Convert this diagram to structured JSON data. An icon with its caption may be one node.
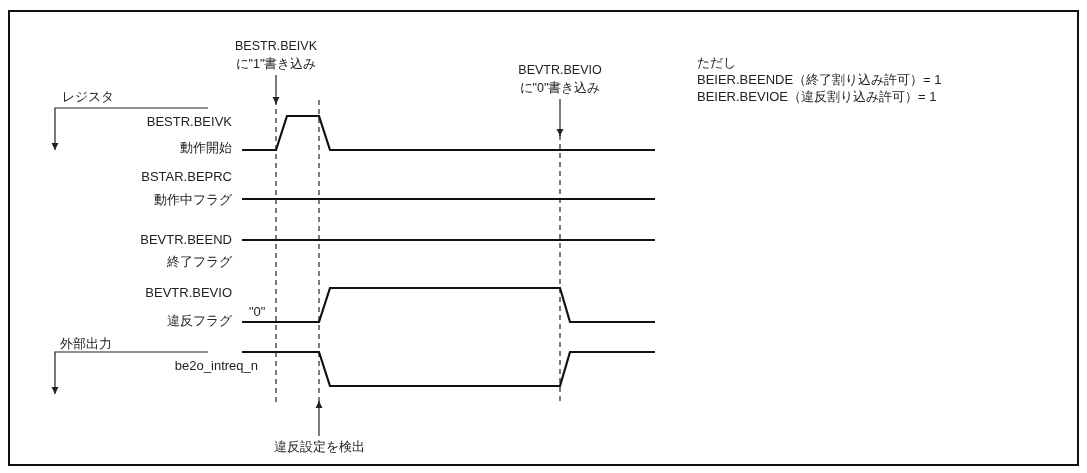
{
  "diagram": {
    "nodes": [
      {
        "text": [
          "BESTR.BEIVK に\"1\"書き込み"
        ]
      },
      {
        "text": [
          "BEVTR.BEVIO に\"0\"書き込み"
        ]
      },
      {
        "text": [
          "違反設定を検出"
        ]
      }
    ],
    "edges": [
      {
        "from": 0,
        "to": null,
        "arrow": "to"
      },
      {
        "from": 1,
        "to": null,
        "arrow": "to"
      },
      {
        "from": 2,
        "to": null,
        "arrow": "to"
      }
    ],
    "labels": [
      "レジスタ",
      "BESTR.BEIVK",
      "動作開始",
      "BSTAR.BEPRC",
      "動作中フラグ",
      "BEVTR.BEEND",
      "終了フラグ",
      "BEVTR.BEVIO",
      "\"0\"",
      "違反フラグ",
      "外部出力",
      "be2o_intreq_n",
      "ただし",
      "BEIER.BEENDE（終了割り込み許可）= 1",
      "BEIER.BEVIOE（違反割り込み許可）= 1"
    ]
  }
}
